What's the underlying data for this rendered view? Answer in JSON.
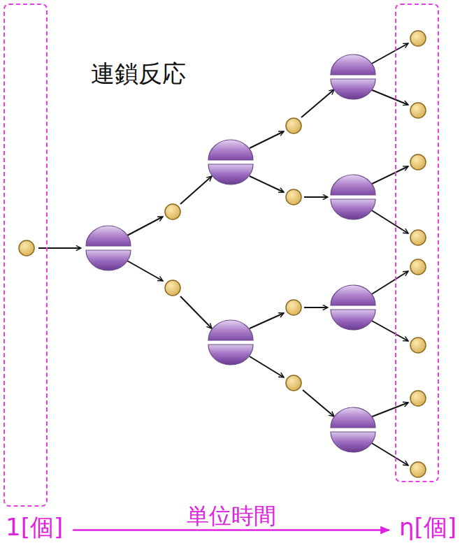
{
  "diagram": {
    "nodes": [
      {
        "text": [
          "1[個]"
        ]
      },
      {
        "text": [
          "η[個]"
        ]
      }
    ],
    "edges": [
      {
        "from": 0,
        "to": 1,
        "arrow": "to",
        "label": "単位時間"
      }
    ],
    "labels": [
      "連鎖反応"
    ]
  }
}
